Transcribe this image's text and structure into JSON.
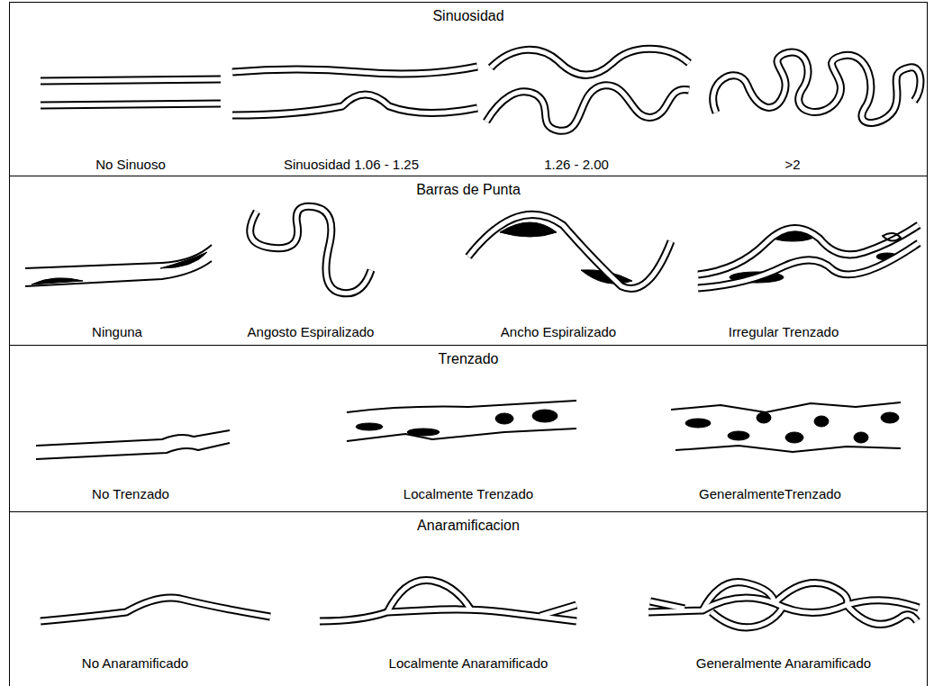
{
  "diagram": {
    "nodes": [
      {
        "text": [
          "Sinuosidad"
        ]
      },
      {
        "text": [
          "Barras de Punta"
        ]
      },
      {
        "text": [
          "Trenzado"
        ]
      },
      {
        "text": [
          "Anaramificacion"
        ]
      }
    ],
    "labels": [
      "No Sinuoso",
      "Sinuosidad 1.06 - 1.25",
      "1.26 - 2.00",
      ">2",
      "Ninguna",
      "Angosto Espiralizado",
      "Ancho Espiralizado",
      "Irregular Trenzado",
      "No Trenzado",
      "Localmente Trenzado",
      "GeneralmenteTrenzado",
      "No Anaramificado",
      "Localmente Anaramificado",
      "Generalmente Anaramificado"
    ]
  }
}
